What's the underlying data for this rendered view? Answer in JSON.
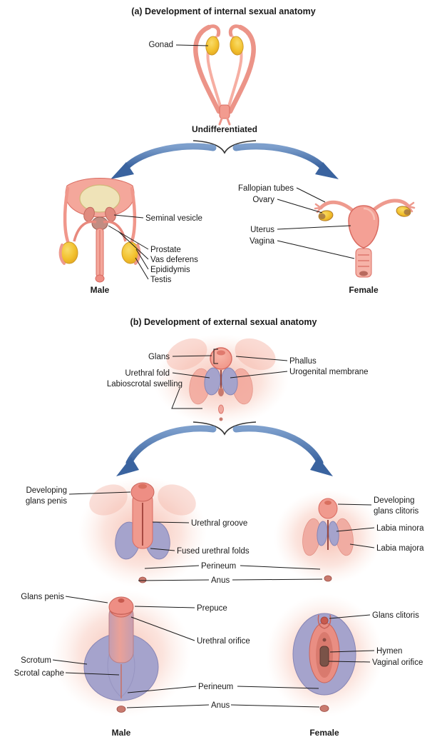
{
  "section_a": {
    "title": "(a) Development of internal sexual anatomy",
    "undifferentiated": {
      "gonad": "Gonad",
      "caption": "Undifferentiated"
    },
    "male": {
      "seminal_vesicle": "Seminal vesicle",
      "prostate": "Prostate",
      "vas_deferens": "Vas deferens",
      "epididymis": "Epididymis",
      "testis": "Testis",
      "caption": "Male"
    },
    "female": {
      "fallopian_tubes": "Fallopian tubes",
      "ovary": "Ovary",
      "uterus": "Uterus",
      "vagina": "Vagina",
      "caption": "Female"
    }
  },
  "section_b": {
    "title": "(b) Development of external sexual anatomy",
    "undifferentiated": {
      "glans": "Glans",
      "urethral_fold": "Urethral fold",
      "labioscrotal_swelling": "Labioscrotal swelling",
      "phallus": "Phallus",
      "urogenital_membrane": "Urogenital membrane"
    },
    "developing": {
      "developing_glans_penis": "Developing glans penis",
      "urethral_groove": "Urethral groove",
      "fused_urethral_folds": "Fused urethral folds",
      "perineum": "Perineum",
      "anus": "Anus",
      "developing_glans_clitoris": "Developing glans clitoris",
      "labia_minora": "Labia minora",
      "labia_majora": "Labia majora"
    },
    "final": {
      "glans_penis": "Glans penis",
      "prepuce": "Prepuce",
      "urethral_orifice": "Urethral orifice",
      "scrotum": "Scrotum",
      "scrotal_raphe": "Scrotal caphe",
      "perineum": "Perineum",
      "anus": "Anus",
      "glans_clitoris": "Glans clitoris",
      "hymen": "Hymen",
      "vaginal_orifice": "Vaginal orifice",
      "male_caption": "Male",
      "female_caption": "Female"
    }
  },
  "colors": {
    "organ_pink": "#F29B8F",
    "organ_outline": "#D96B61",
    "soft_pink_glow": "#F7C2B6",
    "gonad_yellow": "#F2C12E",
    "swelling_purple": "#A5A3CC",
    "swelling_outline": "#8785B5",
    "bladder_cream": "#EFE3B8",
    "arrow_blue": "#4E79B2",
    "label_text": "#1A1A1A"
  }
}
